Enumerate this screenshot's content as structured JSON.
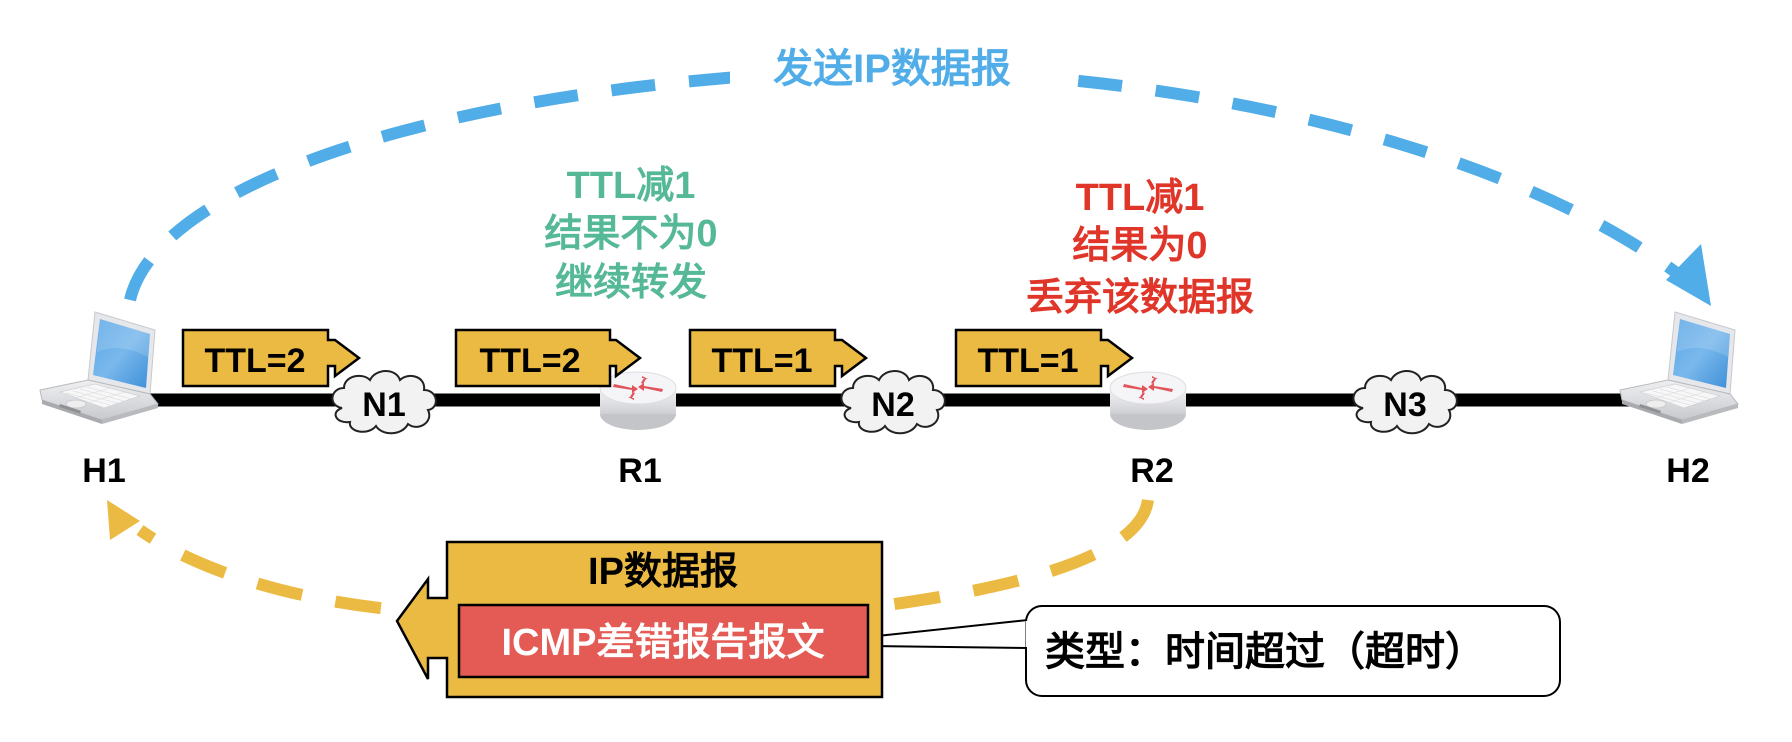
{
  "colors": {
    "send_arc": "#51ade8",
    "return_arc": "#ebba42",
    "packet_fill": "#ebba42",
    "icmp_fill": "#e45b55",
    "ok_note": "#55b896",
    "drop_note": "#e0362a",
    "link": "#000000"
  },
  "top_arc": {
    "label": "发送IP数据报"
  },
  "nodes": {
    "h1": {
      "label": "H1",
      "icon": "laptop-icon"
    },
    "h2": {
      "label": "H2",
      "icon": "laptop-icon"
    },
    "r1": {
      "label": "R1",
      "icon": "router-icon"
    },
    "r2": {
      "label": "R2",
      "icon": "router-icon"
    },
    "n1": {
      "label": "N1",
      "icon": "cloud-icon"
    },
    "n2": {
      "label": "N2",
      "icon": "cloud-icon"
    },
    "n3": {
      "label": "N3",
      "icon": "cloud-icon"
    }
  },
  "packets": [
    {
      "label": "TTL=2"
    },
    {
      "label": "TTL=2"
    },
    {
      "label": "TTL=1"
    },
    {
      "label": "TTL=1"
    }
  ],
  "notes": {
    "r1": [
      "TTL减1",
      "结果不为0",
      "继续转发"
    ],
    "r2": [
      "TTL减1",
      "结果为0",
      "丢弃该数据报"
    ]
  },
  "icmp_packet": {
    "outer_label": "IP数据报",
    "inner_label": "ICMP差错报告报文"
  },
  "callout": {
    "text": "类型：时间超过（超时）"
  }
}
